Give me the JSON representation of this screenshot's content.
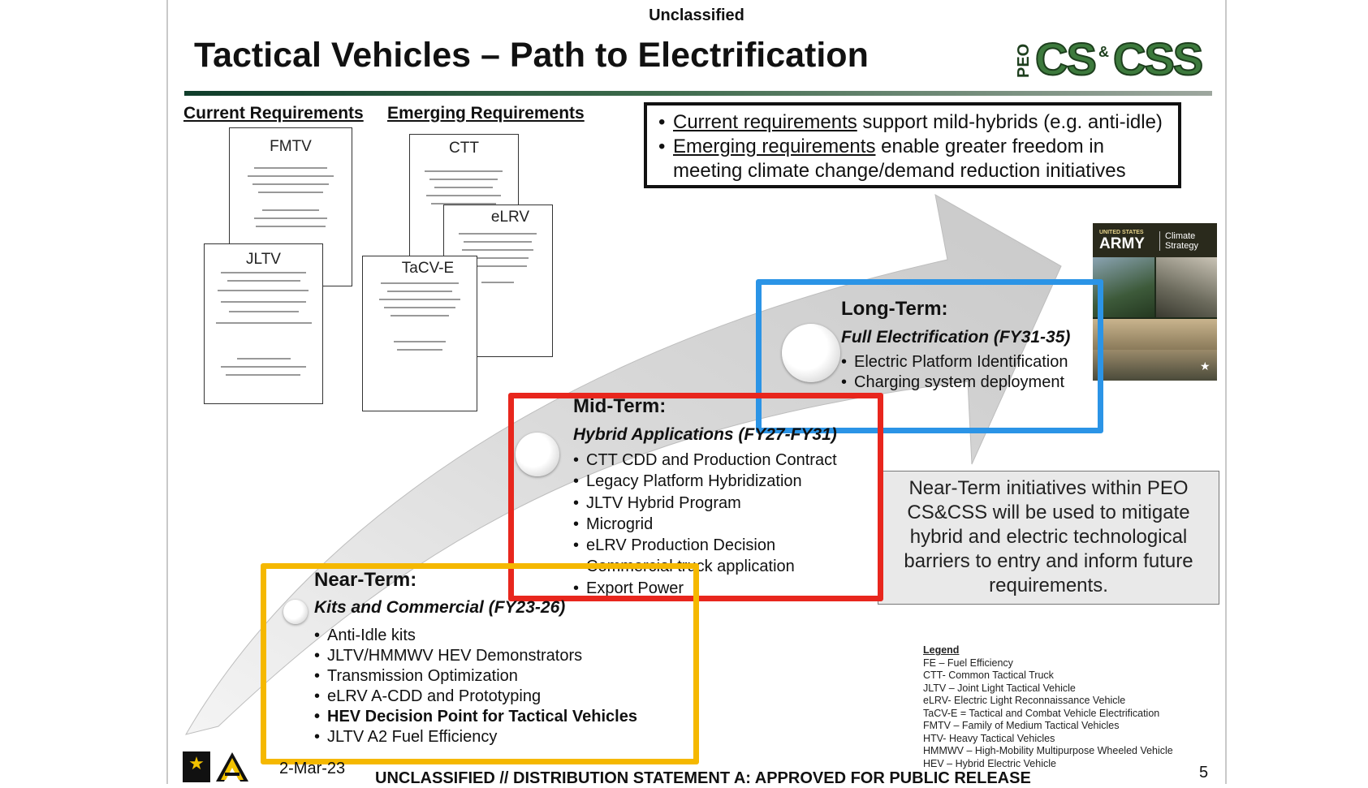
{
  "header": {
    "classification": "Unclassified",
    "title": "Tactical Vehicles – Path to Electrification",
    "logo_text": "PEO CS&CSS"
  },
  "requirements": {
    "current_label": "Current Requirements",
    "emerging_label": "Emerging Requirements",
    "docs": {
      "fmtv": "FMTV",
      "jltv": "JLTV",
      "ctt": "CTT",
      "elrv": "eLRV",
      "tacve": "TaCV-E"
    }
  },
  "callout": {
    "b1_u": "Current requirements",
    "b1_rest": " support mild-hybrids (e.g. anti-idle)",
    "b2_u": "Emerging requirements",
    "b2_rest": " enable greater freedom in meeting climate change/demand reduction initiatives"
  },
  "phases": {
    "near": {
      "heading": "Near-Term:",
      "subtitle": "Kits and Commercial (FY23-26)",
      "items": [
        "Anti-Idle kits",
        "JLTV/HMMWV HEV Demonstrators",
        "Transmission Optimization",
        "eLRV A-CDD and Prototyping",
        "HEV Decision Point for Tactical Vehicles",
        "JLTV A2 Fuel Efficiency"
      ]
    },
    "mid": {
      "heading": "Mid-Term:",
      "subtitle": "Hybrid Applications (FY27-FY31)",
      "items": [
        "CTT CDD and Production Contract",
        "Legacy Platform Hybridization",
        "JLTV Hybrid Program",
        "Microgrid",
        "eLRV Production Decision",
        "Commercial truck application",
        "Export Power"
      ]
    },
    "long": {
      "heading": "Long-Term:",
      "subtitle": "Full Electrification (FY31-35)",
      "items": [
        "Electric Platform Identification",
        "Charging system deployment"
      ]
    }
  },
  "near_term_box": "Near-Term initiatives within PEO CS&CSS will be used to mitigate hybrid and electric technological barriers to entry and inform future requirements.",
  "cover": {
    "line1": "UNITED STATES",
    "line2": "ARMY",
    "line3": "Climate Strategy"
  },
  "legend": {
    "heading": "Legend",
    "items": [
      "FE – Fuel Efficiency",
      "CTT- Common Tactical Truck",
      "JLTV – Joint Light Tactical Vehicle",
      "eLRV- Electric Light Reconnaissance Vehicle",
      "TaCV-E = Tactical and Combat Vehicle Electrification",
      "FMTV – Family of Medium Tactical Vehicles",
      "HTV- Heavy Tactical Vehicles",
      "HMMWV – High-Mobility Multipurpose Wheeled Vehicle",
      "HEV – Hybrid Electric Vehicle"
    ]
  },
  "footer": {
    "date": "2-Mar-23",
    "distribution": "UNCLASSIFIED // DISTRIBUTION STATEMENT A: APPROVED FOR PUBLIC RELEASE",
    "page": "5"
  },
  "colors": {
    "near_outline": "#f5b800",
    "mid_outline": "#e8261d",
    "long_outline": "#2b94e6",
    "title_bar": "#0f3d2a",
    "logo_green": "#3d7a3d"
  }
}
